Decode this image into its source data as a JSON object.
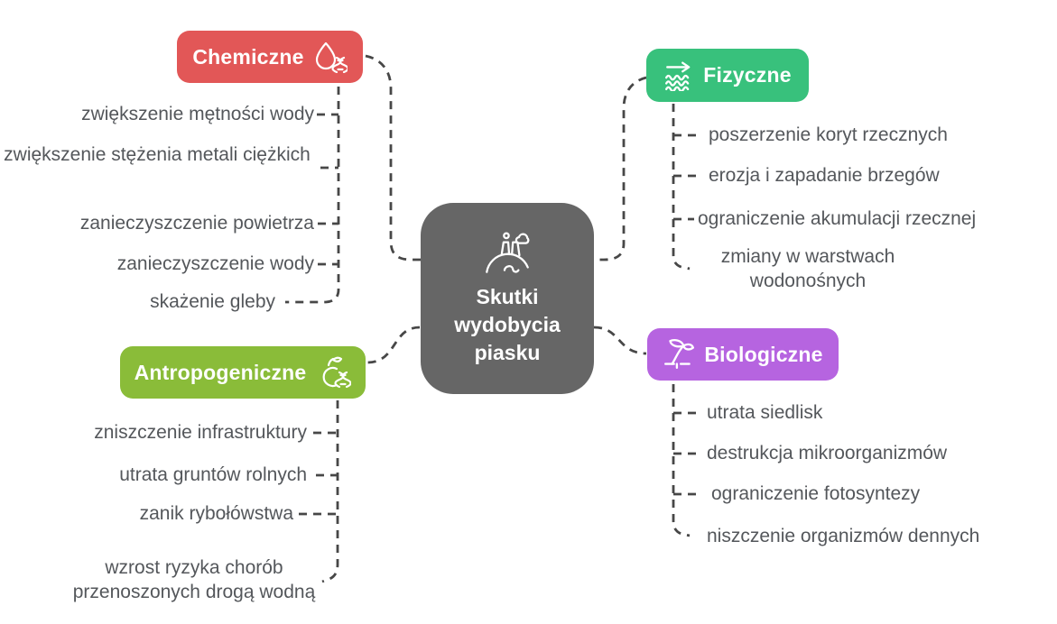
{
  "diagram_title": "Skutki wydobycia piasku",
  "colors": {
    "center": "#666666",
    "chemiczne": "#e25757",
    "fizyczne": "#38c17c",
    "antropogeniczne": "#8abc39",
    "biologiczne": "#b664e0",
    "connector": "#474747",
    "item_text": "#54575b"
  },
  "center": {
    "label": "Skutki wydobycia piasku",
    "icon": "sand-mining-icon"
  },
  "branches": [
    {
      "id": "chemiczne",
      "label": "Chemiczne",
      "icon": "droplet-dna-icon",
      "color": "#e25757",
      "items": [
        "zwiększenie mętności wody",
        "zwiększenie stężenia metali ciężkich",
        "zanieczyszczenie powietrza",
        "zanieczyszczenie wody",
        "skażenie gleby"
      ]
    },
    {
      "id": "fizyczne",
      "label": "Fizyczne",
      "icon": "water-current-icon",
      "color": "#38c17c",
      "items": [
        "poszerzenie koryt rzecznych",
        "erozja i zapadanie brzegów",
        "ograniczenie akumulacji rzecznej",
        "zmiany w warstwach wodonośnych"
      ]
    },
    {
      "id": "antropogeniczne",
      "label": "Antropogeniczne",
      "icon": "apple-dna-icon",
      "color": "#8abc39",
      "items": [
        "zniszczenie infrastruktury",
        "utrata gruntów rolnych",
        "zanik rybołówstwa",
        "wzrost ryzyka chorób przenoszonych drogą wodną"
      ]
    },
    {
      "id": "biologiczne",
      "label": "Biologiczne",
      "icon": "sprout-icon",
      "color": "#b664e0",
      "items": [
        "utrata siedlisk",
        "destrukcja mikroorganizmów",
        "ograniczenie fotosyntezy",
        "niszczenie organizmów dennych"
      ]
    }
  ]
}
